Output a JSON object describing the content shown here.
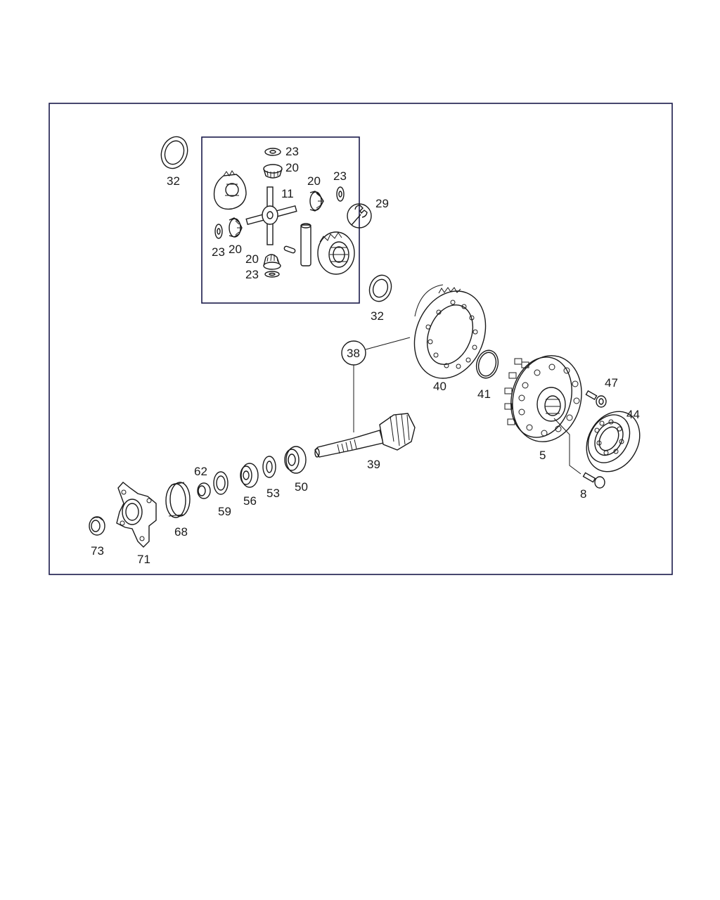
{
  "labels": {
    "p32a": "32",
    "p23a": "23",
    "p20a": "20",
    "p20b": "20",
    "p23b": "23",
    "p11": "11",
    "p29": "29",
    "p23c": "23",
    "p20c": "20",
    "p20d": "20",
    "p23d": "23",
    "p32b": "32",
    "p38": "38",
    "p40": "40",
    "p41": "41",
    "p47": "47",
    "p44": "44",
    "p5": "5",
    "p8": "8",
    "p39": "39",
    "p62": "62",
    "p59": "59",
    "p56": "56",
    "p53": "53",
    "p50": "50",
    "p68": "68",
    "p73": "73",
    "p71": "71"
  },
  "colors": {
    "line": "#1a1a1a",
    "frame": "#1a1a4a",
    "background": "#ffffff"
  }
}
